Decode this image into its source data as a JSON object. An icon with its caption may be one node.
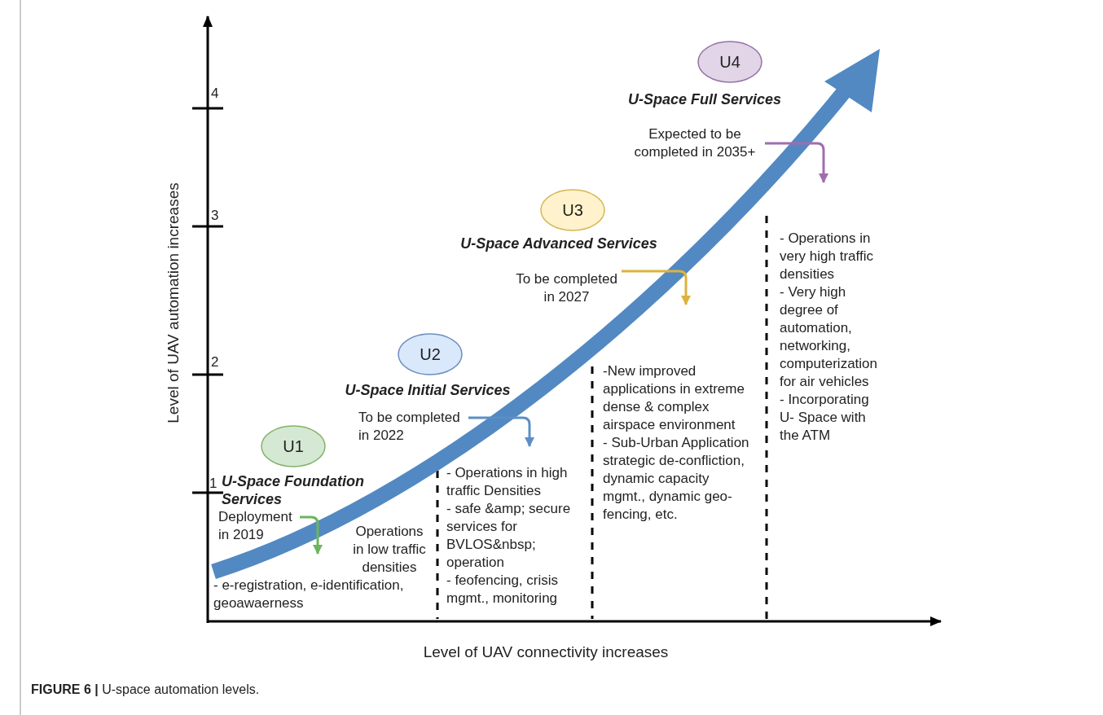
{
  "diagram": {
    "caption": "**FIGURE 6 |** U-space automation levels.",
    "nodes": [
      {
        "text": [
          "U1"
        ],
        "beside": [
          "U-Space Foundation Services"
        ]
      },
      {
        "text": [
          "U2"
        ],
        "beside": [
          "U-Space Initial Services"
        ]
      },
      {
        "text": [
          "U3"
        ],
        "beside": [
          "U-Space Advanced Services"
        ]
      },
      {
        "text": [
          "U4"
        ],
        "beside": [
          "U-Space Full Services"
        ]
      },
      {
        "text": [
          "Deployment in 2019"
        ]
      },
      {
        "text": [
          "To be completed in 2022"
        ]
      },
      {
        "text": [
          "To be completed in 2027"
        ]
      },
      {
        "text": [
          "Expected to be completed in 2035+"
        ]
      }
    ],
    "edges": [
      {
        "from": 4,
        "to": null,
        "arrow": "to",
        "color": "#6bb55e"
      },
      {
        "from": 5,
        "to": null,
        "arrow": "to",
        "color": "#5b8fc6"
      },
      {
        "from": 6,
        "to": null,
        "arrow": "to",
        "color": "#dcb23c"
      },
      {
        "from": 7,
        "to": null,
        "arrow": "to",
        "color": "#a06db0"
      }
    ],
    "labels": [
      "4",
      "3",
      "2",
      "1",
      "Level of UAV automation increases",
      "Operations in low traffic densities",
      "- e-registration, e-identification, geoawaerness",
      "- Operations in high traffic Densities",
      "- safe &amp; secure services for BVLOS&nbsp; operation",
      "- feofencing, crisis mgmt., monitoring",
      "-New improved applications in extreme dense & complex airspace environment",
      "- Sub-Urban Application strategic de-confliction, dynamic capacity mgmt., dynamic geo-fencing, etc.",
      "- Operations in very high traffic densities",
      "- Very high degree of automation, networking, computerization for air vehicles",
      "- Incorporating U- Space with the ATM",
      "Level of UAV connectivity increases"
    ]
  }
}
